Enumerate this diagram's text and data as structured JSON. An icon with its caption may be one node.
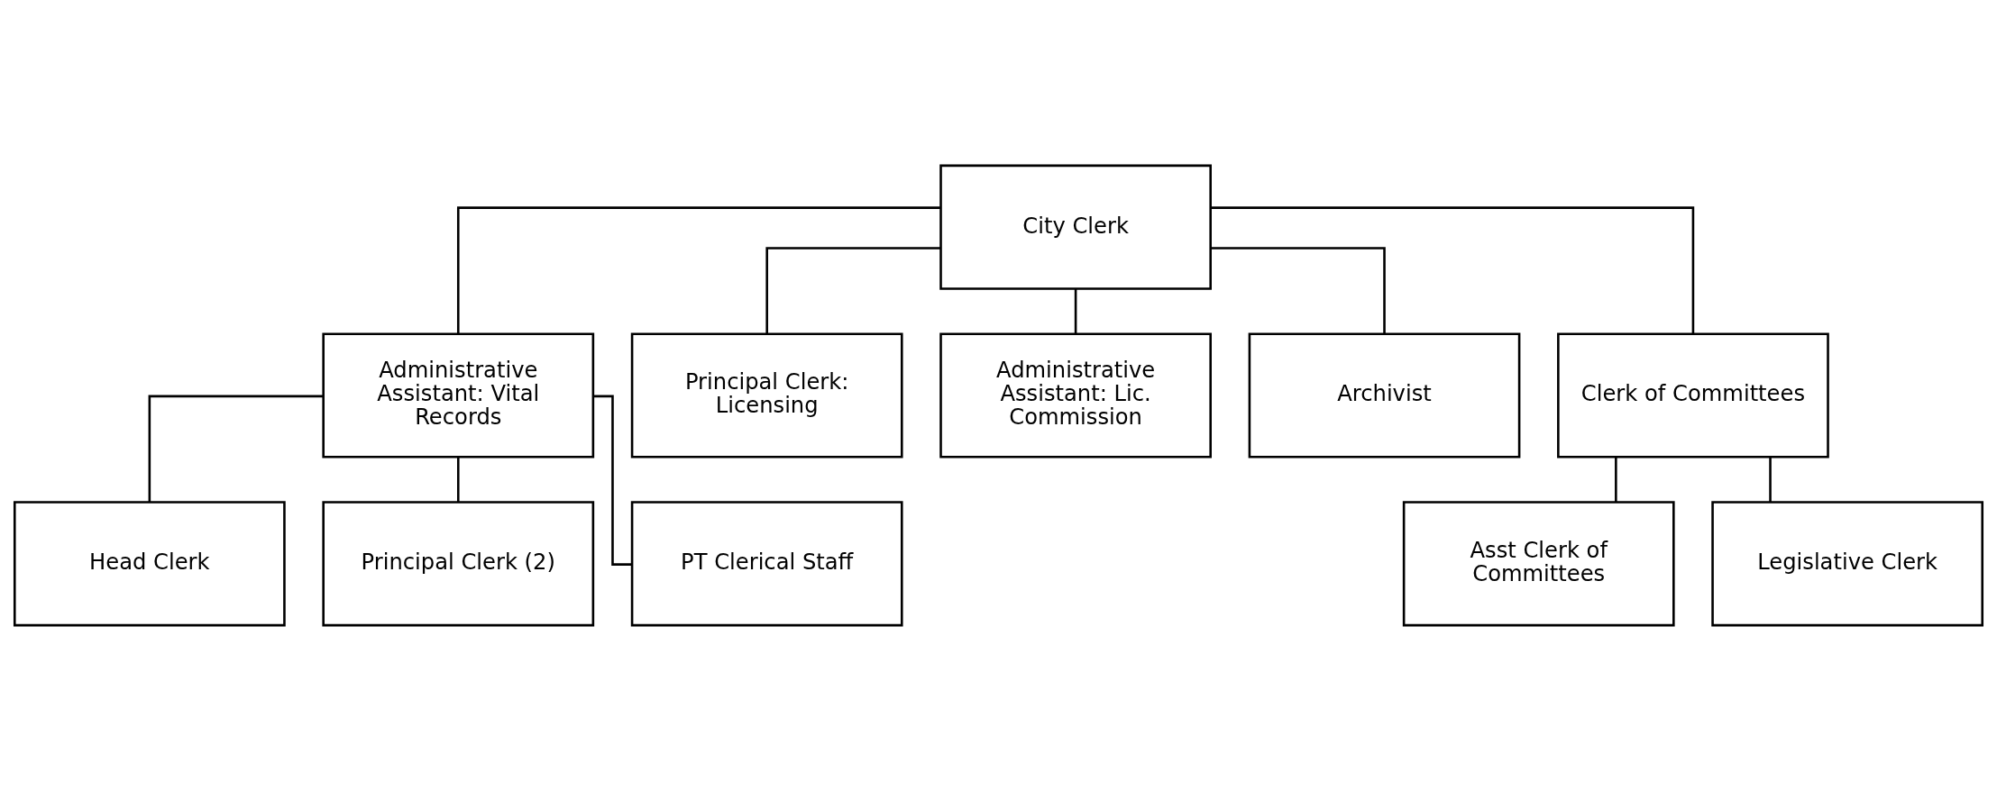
{
  "diagram": {
    "nodes": [
      {
        "text": [
          "City Clerk"
        ]
      },
      {
        "text": [
          "Administrative Assistant: Vital Records"
        ]
      },
      {
        "text": [
          "Principal Clerk: Licensing"
        ]
      },
      {
        "text": [
          "Administrative Assistant: Lic. Commission"
        ]
      },
      {
        "text": [
          "Archivist"
        ]
      },
      {
        "text": [
          "Clerk of Committees"
        ]
      },
      {
        "text": [
          "Head Clerk"
        ]
      },
      {
        "text": [
          "Principal Clerk (2)"
        ]
      },
      {
        "text": [
          "PT Clerical Staff"
        ]
      },
      {
        "text": [
          "Asst Clerk of Committees"
        ]
      },
      {
        "text": [
          "Legislative Clerk"
        ]
      }
    ],
    "edges": [
      {
        "from": 0,
        "to": 1,
        "arrow": "none"
      },
      {
        "from": 0,
        "to": 2,
        "arrow": "none"
      },
      {
        "from": 0,
        "to": 3,
        "arrow": "none"
      },
      {
        "from": 0,
        "to": 4,
        "arrow": "none"
      },
      {
        "from": 0,
        "to": 5,
        "arrow": "none"
      },
      {
        "from": 1,
        "to": 6,
        "arrow": "none"
      },
      {
        "from": 1,
        "to": 7,
        "arrow": "none"
      },
      {
        "from": 1,
        "to": 8,
        "arrow": "none"
      },
      {
        "from": 5,
        "to": 9,
        "arrow": "none"
      },
      {
        "from": 5,
        "to": 10,
        "arrow": "none"
      }
    ]
  }
}
